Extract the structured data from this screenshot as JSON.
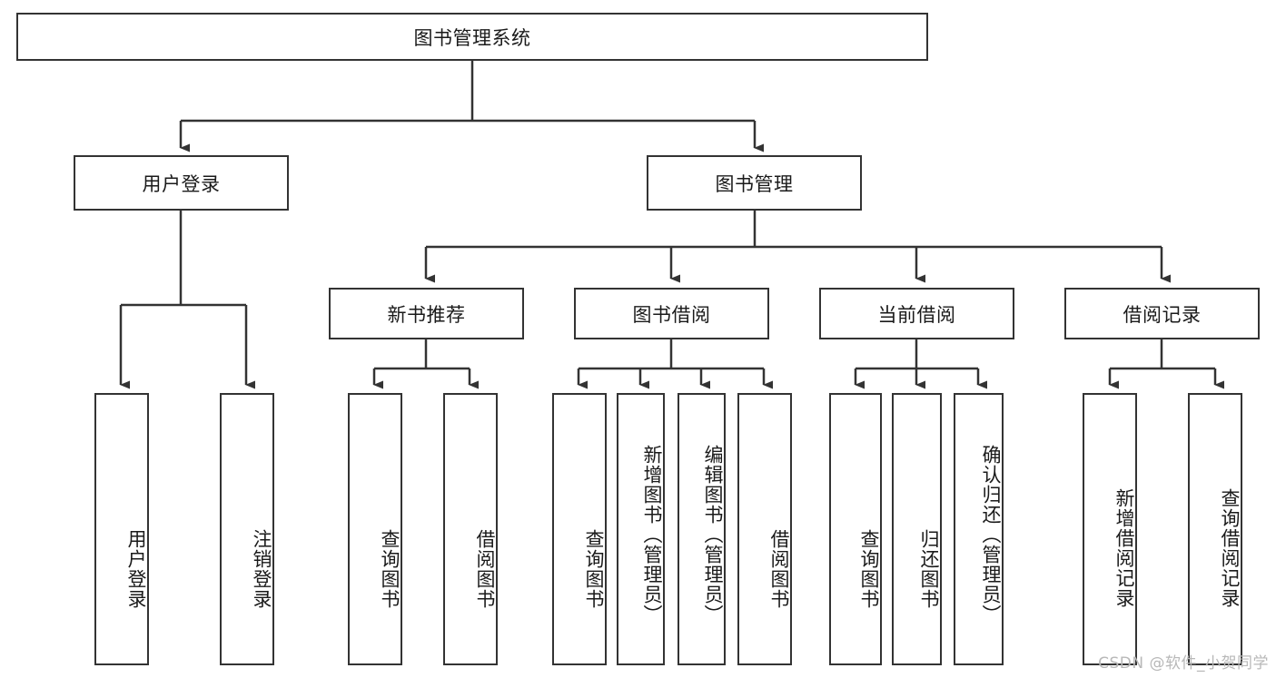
{
  "diagram": {
    "type": "tree",
    "title": "图书管理系统",
    "background_color": "#ffffff",
    "line_color": "#333333",
    "box_fill": "#ffffff",
    "watermark": "CSDN @软件_小贺同学",
    "root": {
      "label": "图书管理系统",
      "children": [
        {
          "label": "用户登录",
          "children": [
            {
              "label": "用户登录"
            },
            {
              "label": "注销登录"
            }
          ]
        },
        {
          "label": "图书管理",
          "children": [
            {
              "label": "新书推荐",
              "children": [
                {
                  "label": "查询图书"
                },
                {
                  "label": "借阅图书"
                }
              ]
            },
            {
              "label": "图书借阅",
              "children": [
                {
                  "label": "查询图书"
                },
                {
                  "label": "新增图书（管理员）"
                },
                {
                  "label": "编辑图书（管理员）"
                },
                {
                  "label": "借阅图书"
                }
              ]
            },
            {
              "label": "当前借阅",
              "children": [
                {
                  "label": "查询图书"
                },
                {
                  "label": "归还图书"
                },
                {
                  "label": "确认归还（管理员）"
                }
              ]
            },
            {
              "label": "借阅记录",
              "children": [
                {
                  "label": "新增借阅记录"
                },
                {
                  "label": "查询借阅记录"
                }
              ]
            }
          ]
        }
      ]
    }
  },
  "nodes": {
    "root": "图书管理系统",
    "l1_user_login": "用户登录",
    "l1_book_manage": "图书管理",
    "l2_new_book_rec": "新书推荐",
    "l2_book_borrow": "图书借阅",
    "l2_current_borrow": "当前借阅",
    "l2_borrow_record": "借阅记录",
    "leaf_user_login": "用户登录",
    "leaf_logout": "注销登录",
    "leaf_rec_query_book": "查询图书",
    "leaf_rec_borrow_book": "借阅图书",
    "leaf_bb_query_book": "查询图书",
    "leaf_bb_add_book": "新增图书（管理员）",
    "leaf_bb_edit_book": "编辑图书（管理员）",
    "leaf_bb_borrow_book": "借阅图书",
    "leaf_cb_query_book": "查询图书",
    "leaf_cb_return_book": "归还图书",
    "leaf_cb_confirm_return": "确认归还（管理员）",
    "leaf_br_add_record": "新增借阅记录",
    "leaf_br_query_record": "查询借阅记录"
  }
}
